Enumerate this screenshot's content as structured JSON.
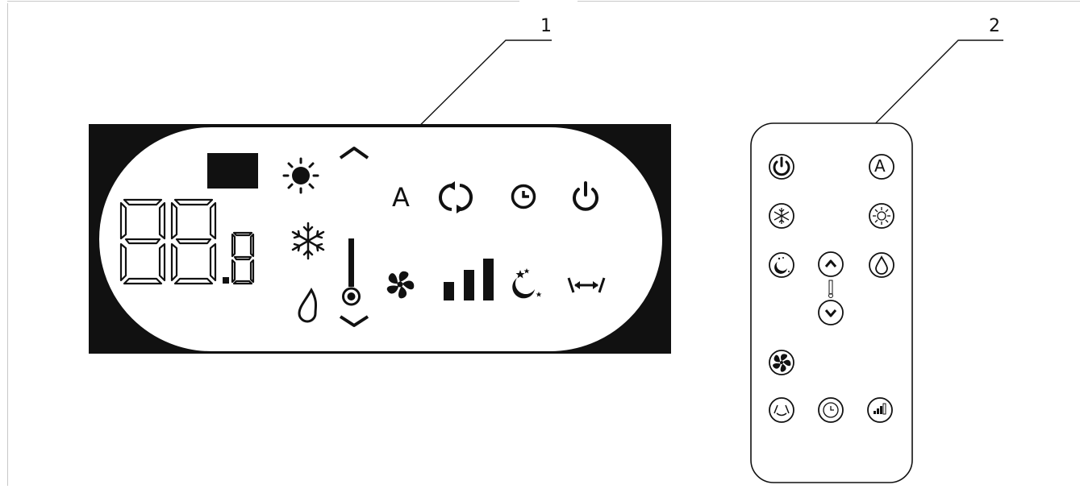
{
  "callouts": {
    "panel_number": "1",
    "remote_number": "2"
  },
  "display": {
    "main_digits": "88",
    "decimal_digit": "8",
    "auto_label": "A"
  },
  "remote": {
    "auto_label": "A"
  },
  "icons": [
    "square-indicator",
    "sun-icon",
    "snowflake-icon",
    "drop-icon",
    "thermometer-icon",
    "chevron-up-icon",
    "chevron-down-icon",
    "swap-icon",
    "timer-icon",
    "power-icon",
    "fan-icon",
    "fan-speed-icon",
    "sleep-icon",
    "swing-icon"
  ],
  "colors": {
    "panel_black": "#111111",
    "line": "#111111",
    "frame": "#c8c8c8"
  }
}
